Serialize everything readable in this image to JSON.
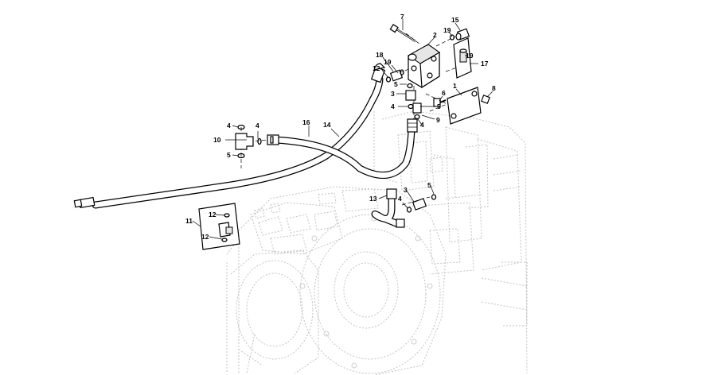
{
  "callouts": [
    {
      "id": "c7",
      "label": "7"
    },
    {
      "id": "c2",
      "label": "2"
    },
    {
      "id": "c15",
      "label": "15"
    },
    {
      "id": "c19a",
      "label": "19"
    },
    {
      "id": "c19b",
      "label": "19"
    },
    {
      "id": "c17",
      "label": "17"
    },
    {
      "id": "c18",
      "label": "18"
    },
    {
      "id": "c19c",
      "label": "19"
    },
    {
      "id": "c12a",
      "label": "12"
    },
    {
      "id": "c1",
      "label": "1"
    },
    {
      "id": "c8",
      "label": "8"
    },
    {
      "id": "c5a",
      "label": "5"
    },
    {
      "id": "c3a",
      "label": "3"
    },
    {
      "id": "c6",
      "label": "6"
    },
    {
      "id": "c4a",
      "label": "4"
    },
    {
      "id": "c5b",
      "label": "5"
    },
    {
      "id": "c9",
      "label": "9"
    },
    {
      "id": "c4b",
      "label": "4"
    },
    {
      "id": "c16",
      "label": "16"
    },
    {
      "id": "c14",
      "label": "14"
    },
    {
      "id": "c4c",
      "label": "4"
    },
    {
      "id": "c4d",
      "label": "4"
    },
    {
      "id": "c10",
      "label": "10"
    },
    {
      "id": "c5c",
      "label": "5"
    },
    {
      "id": "c13",
      "label": "13"
    },
    {
      "id": "c3b",
      "label": "3"
    },
    {
      "id": "c5d",
      "label": "5"
    },
    {
      "id": "c4e",
      "label": "4"
    },
    {
      "id": "c11",
      "label": "11"
    },
    {
      "id": "c12b",
      "label": "12"
    },
    {
      "id": "c12c",
      "label": "12"
    }
  ],
  "colors": {
    "line": "#000000",
    "ghost": "#c2c2c2",
    "background": "#ffffff"
  }
}
